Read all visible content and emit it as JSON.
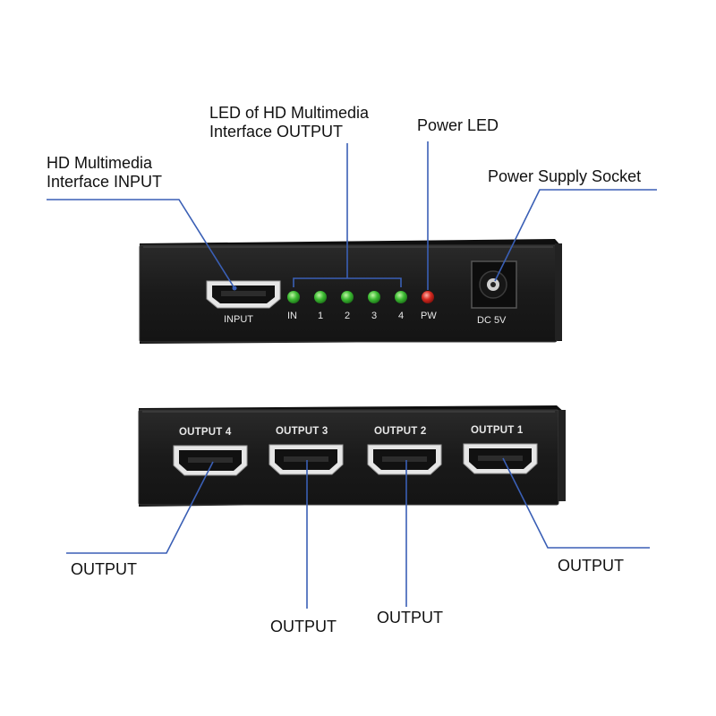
{
  "callouts": {
    "hdmi_input": [
      "HD Multimedia",
      "Interface INPUT"
    ],
    "led_output": [
      "LED of HD Multimedia",
      "Interface OUTPUT"
    ],
    "power_led": "Power LED",
    "power_socket": "Power Supply Socket",
    "output_far_left": "OUTPUT",
    "output_mid_left": "OUTPUT",
    "output_mid_right": "OUTPUT",
    "output_far_right": "OUTPUT"
  },
  "front_panel": {
    "input_label": "INPUT",
    "led_labels": [
      "IN",
      "1",
      "2",
      "3",
      "4"
    ],
    "power_led_label": "PW",
    "dc_label": "DC 5V"
  },
  "rear_panel": {
    "port_labels": [
      "OUTPUT 4",
      "OUTPUT 3",
      "OUTPUT 2",
      "OUTPUT 1"
    ]
  },
  "colors": {
    "leader_line": "#3a5fb5",
    "panel_body": "#1c1c1c",
    "led_green": "#35b235",
    "led_red": "#d42020"
  }
}
